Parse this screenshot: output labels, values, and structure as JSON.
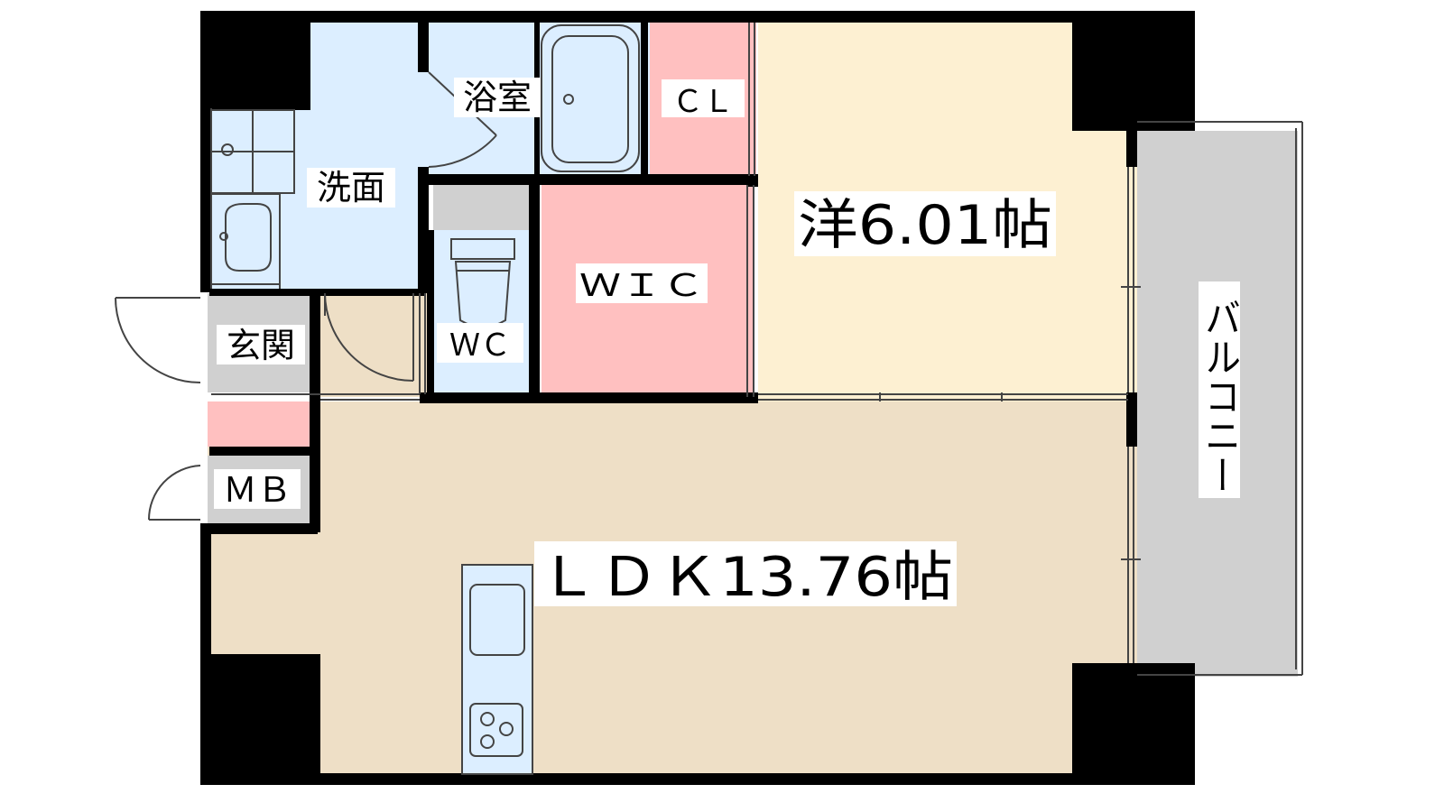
{
  "floor_plan": {
    "rooms": {
      "bath": {
        "label": "浴室",
        "color": "#dceeff"
      },
      "closet": {
        "label": "ＣＬ",
        "color": "#ffc0c0"
      },
      "western_room": {
        "label": "洋6.01帖",
        "color": "#fdf0d2"
      },
      "washroom": {
        "label": "洗面",
        "color": "#dceeff"
      },
      "walk_in_closet": {
        "label": "ＷＩＣ",
        "color": "#ffc0c0"
      },
      "toilet": {
        "label": "ＷＣ",
        "color": "#dceeff"
      },
      "entrance": {
        "label": "玄関",
        "color": "#d0d0d0"
      },
      "meter_box": {
        "label": "ＭＢ",
        "color": "#d0d0d0"
      },
      "ldk": {
        "label": "ＬＤＫ13.76帖",
        "color": "#eedfc6"
      },
      "balcony": {
        "label": "バルコニー",
        "color": "#d0d0d0"
      }
    },
    "colors": {
      "wall": "#000000",
      "wet_area": "#dceeff",
      "storage": "#ffc0c0",
      "shelf": "#d0d0d0"
    }
  }
}
